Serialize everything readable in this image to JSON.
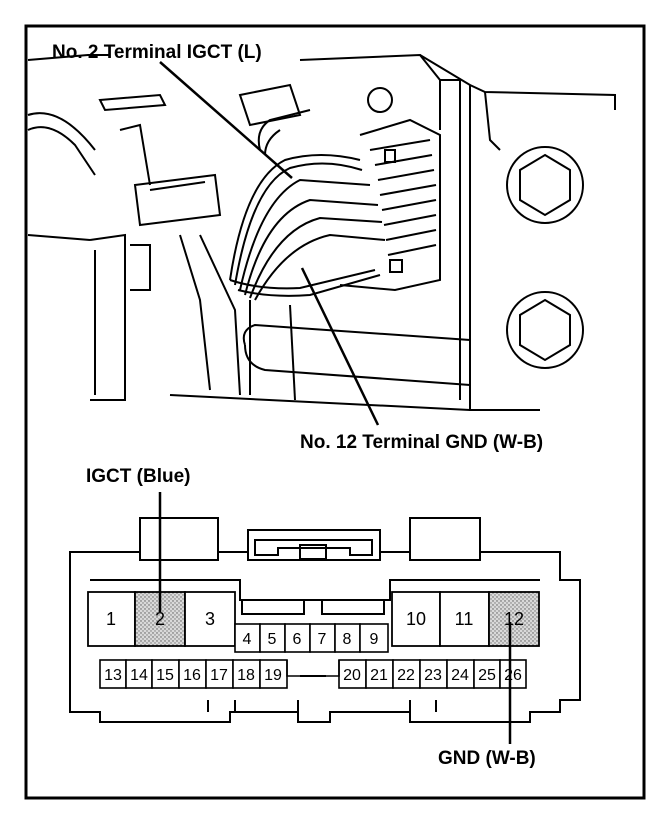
{
  "labels": {
    "top_terminal": "No. 2 Terminal IGCT (L)",
    "bottom_terminal": "No. 12 Terminal GND (W-B)",
    "igct": "IGCT (Blue)",
    "gnd": "GND (W-B)"
  },
  "connector": {
    "large_pins": [
      "1",
      "2",
      "3",
      "10",
      "11",
      "12"
    ],
    "center_pins": [
      "4",
      "5",
      "6",
      "7",
      "8",
      "9"
    ],
    "bottom_pins": [
      "13",
      "14",
      "15",
      "16",
      "17",
      "18",
      "19",
      "20",
      "21",
      "22",
      "23",
      "24",
      "25",
      "26"
    ],
    "highlighted_pins": [
      "2",
      "12"
    ]
  }
}
